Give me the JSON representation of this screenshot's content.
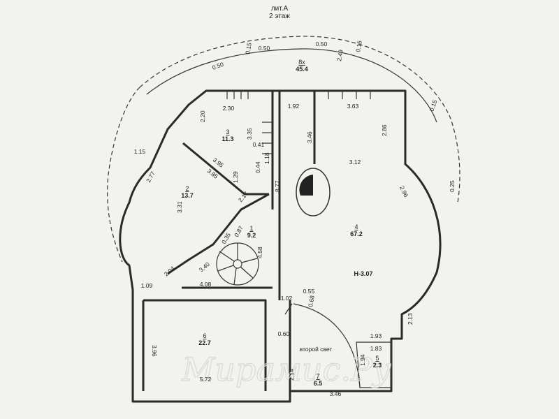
{
  "header": {
    "building": "лит.А",
    "floor": "2 этаж"
  },
  "rooms": [
    {
      "id": "8х",
      "area": "45.4"
    },
    {
      "id": "3",
      "area": "11.3"
    },
    {
      "id": "2",
      "area": "13.7"
    },
    {
      "id": "1",
      "area": "9.2"
    },
    {
      "id": "4",
      "area": "67.2"
    },
    {
      "id": "6",
      "area": "22.7"
    },
    {
      "id": "7",
      "area": "6.5"
    },
    {
      "id": "5",
      "area": "2.3"
    }
  ],
  "height_label": "Н-3.07",
  "second_light": "второй свет",
  "dimensions": [
    "2.49",
    "2.30",
    "2.20",
    "3.35",
    "0.41",
    "1.18",
    "1.92",
    "3.46",
    "3.63",
    "2.86",
    "3.12",
    "2.96",
    "3.95",
    "3.85",
    "2.77",
    "0.44",
    "1.29",
    "2.17",
    "8.77",
    "3.31",
    "0.87",
    "0.35",
    "4.58",
    "2.04",
    "3.40",
    "4.08",
    "1.09",
    "1.02",
    "0.55",
    "0.68",
    "3.96",
    "0.60",
    "5.72",
    "2.14",
    "3.46",
    "1.93",
    "2.13",
    "1.83",
    "1.94",
    "1.15",
    "0.25",
    "0.50",
    "0.50",
    "0.50",
    "0.15",
    "0.15",
    "0.15"
  ],
  "watermark": "Мирамис.Ру"
}
